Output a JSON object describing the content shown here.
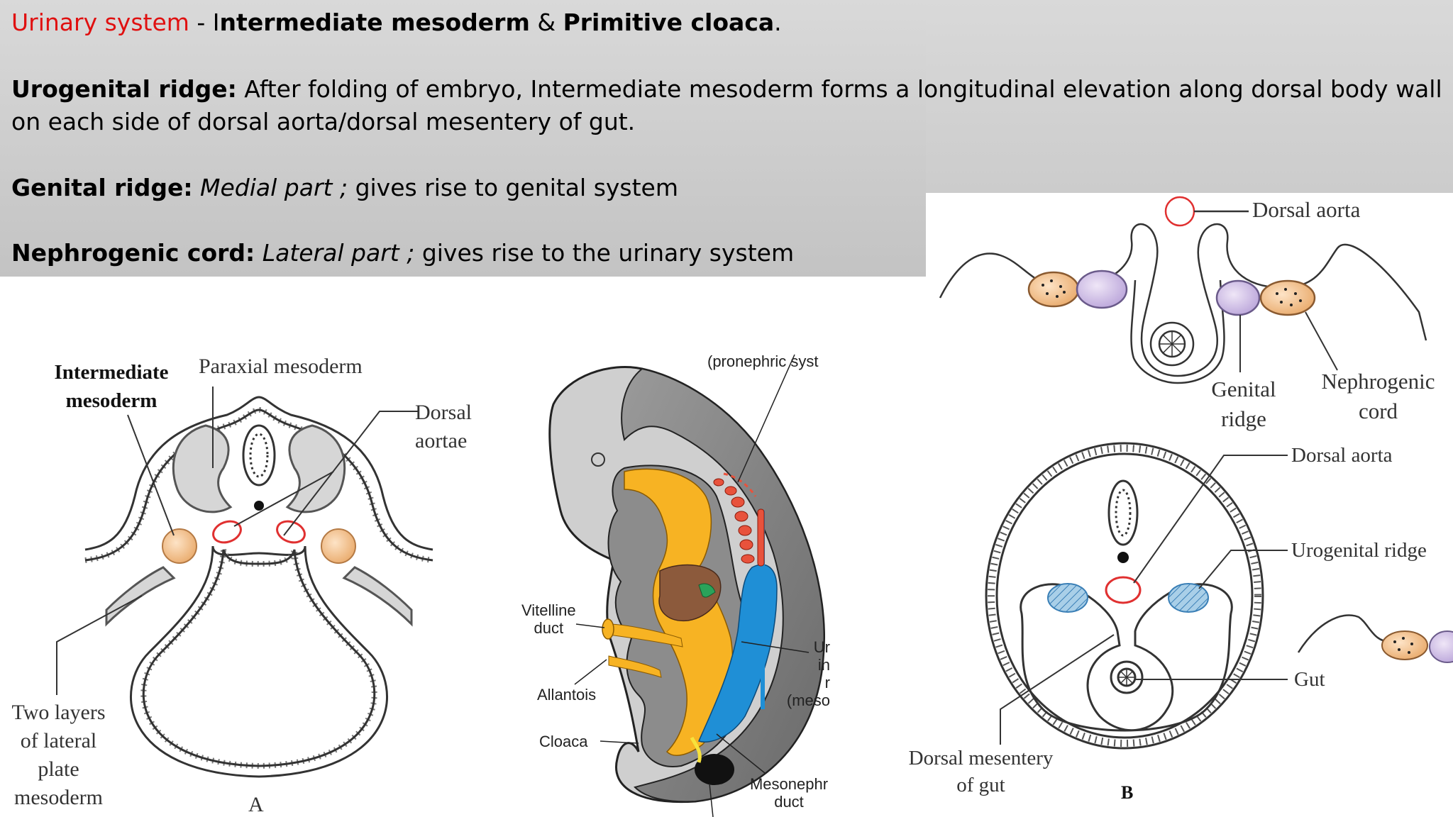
{
  "header": {
    "title_red": "Urinary system",
    "title_sep": " - I",
    "title_b1": "ntermediate mesoderm",
    "title_amp": " & ",
    "title_b2": "Primitive cloaca",
    "title_end": ".",
    "uro_label": "Urogenital ridge:",
    "uro_text": " After folding of embryo, Intermediate mesoderm forms a longitudinal elevation along dorsal body wall on each side of dorsal aorta/dorsal mesentery of gut.",
    "gen_label": "Genital ridge:",
    "gen_em": " Medial part ;",
    "gen_text": " gives rise to genital system",
    "neph_label": "Nephrogenic cord:",
    "neph_em": " Lateral part ;",
    "neph_text": " gives rise to the urinary system"
  },
  "diagram_a": {
    "intermediate_1": "Intermediate",
    "intermediate_2": "mesoderm",
    "paraxial": "Paraxial mesoderm",
    "dorsal_1": "Dorsal",
    "dorsal_2": "aortae",
    "two_1": "Two layers",
    "two_2": "of lateral",
    "two_3": "plate",
    "two_4": "mesoderm",
    "letter": "A"
  },
  "diagram_mid": {
    "pronephric": "(pronephric syst",
    "vitelline_1": "Vitelline",
    "vitelline_2": "duct",
    "allantois": "Allantois",
    "cloaca": "Cloaca",
    "ur_1": "Ur",
    "ur_2": "in",
    "ur_3": "r",
    "ur_4": "(meso",
    "meso_1": "Mesonephr",
    "meso_2": "duct"
  },
  "diagram_top": {
    "dorsal_aorta": "Dorsal aorta",
    "genital_1": "Genital",
    "genital_2": "ridge",
    "neph_1": "Nephrogenic",
    "neph_2": "cord"
  },
  "diagram_b": {
    "dorsal_aorta": "Dorsal aorta",
    "urogenital": "Urogenital ridge",
    "gut": "Gut",
    "mesentery_1": "Dorsal mesentery",
    "mesentery_2": "of gut",
    "letter": "B"
  },
  "colors": {
    "header_bg": "#c8c8c8",
    "title_red": "#e01010",
    "aorta_red": "#e03030",
    "nephrogenic_orange": "#f1c08c",
    "genital_purple": "#c9b6e0",
    "duct_yellow": "#f7b323",
    "duct_blue": "#1f8fd6",
    "ridge_blue": "#a9cfe8"
  }
}
